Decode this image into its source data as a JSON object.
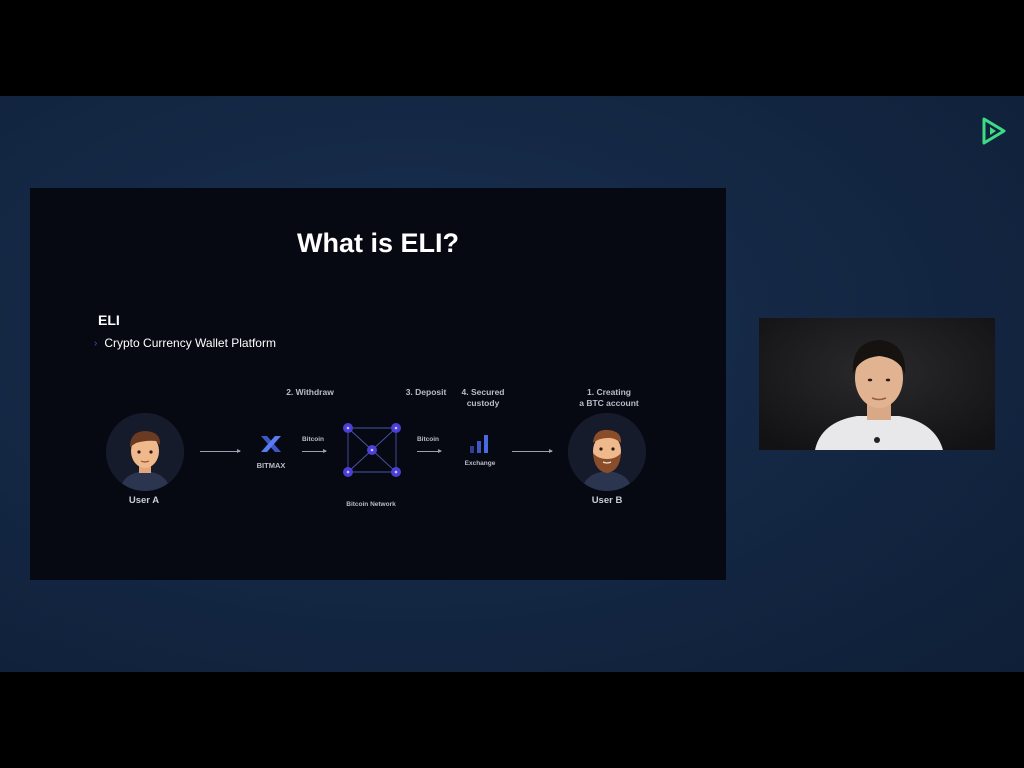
{
  "slide": {
    "title": "What is ELI?",
    "section_heading": "ELI",
    "bullet_text": "Crypto Currency Wallet Platform"
  },
  "diagram": {
    "steps": {
      "withdraw": "2. Withdraw",
      "deposit": "3. Deposit",
      "secured_custody_line1": "4. Secured",
      "secured_custody_line2": "custody",
      "creating_line1": "1. Creating",
      "creating_line2": "a BTC account"
    },
    "user_a": "User A",
    "user_b": "User B",
    "bitmax_label": "BITMAX",
    "bitcoin_label_1": "Bitcoin",
    "bitcoin_label_2": "Bitcoin",
    "network_label": "Bitcoin Network",
    "exchange_label": "Exchange"
  },
  "colors": {
    "stage_bg": "#132642",
    "slide_bg": "#070912",
    "accent_blue": "#3d57c4",
    "logo_green": "#3ddc84"
  },
  "icons": {
    "logo": "play-triangle-icon",
    "bitmax": "bitmax-x-icon",
    "network": "bitcoin-network-icon",
    "exchange": "bar-chart-icon"
  }
}
